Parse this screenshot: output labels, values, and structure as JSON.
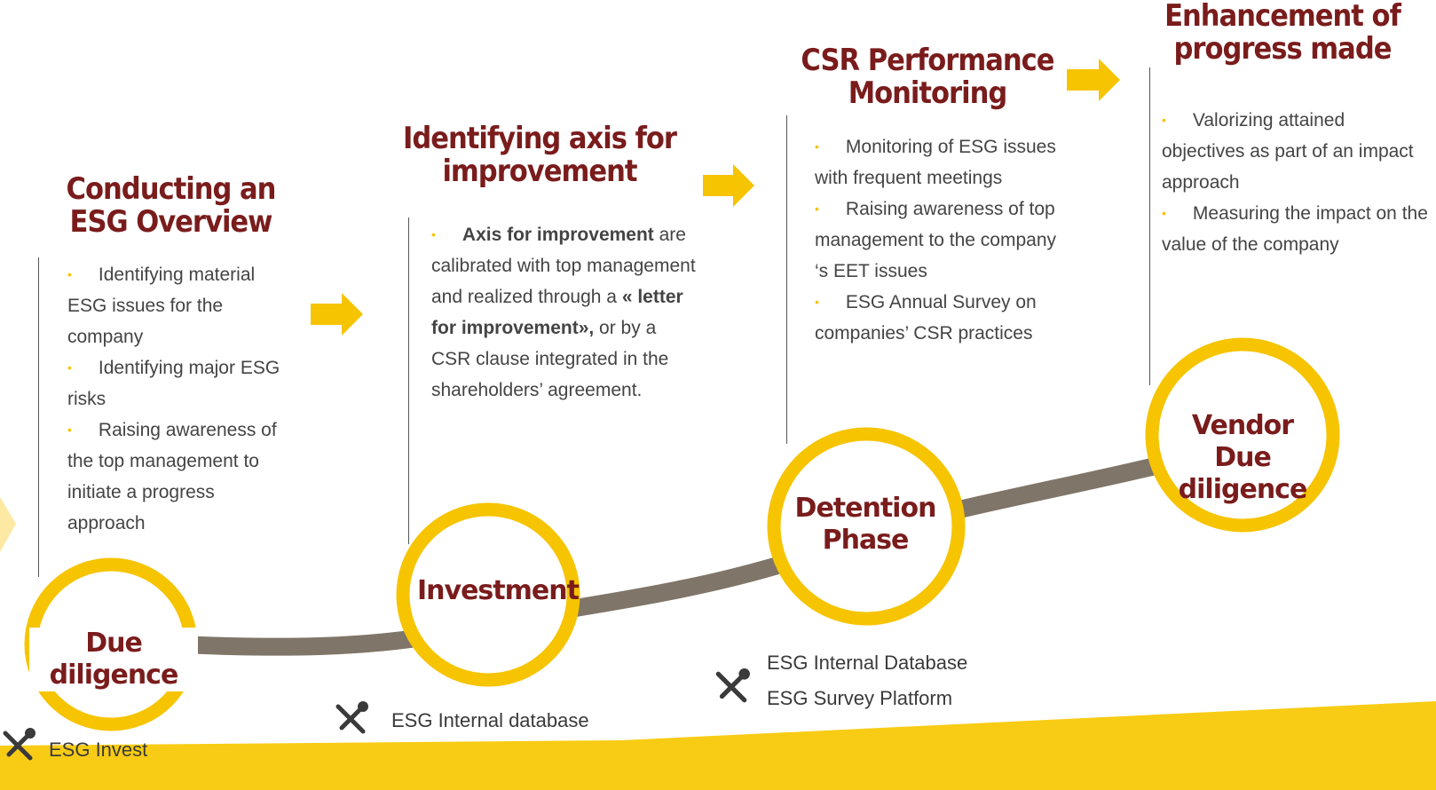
{
  "colors": {
    "accent": "#f6c400",
    "title": "#7a1c1c",
    "curve": "#7f7568",
    "text": "#444444"
  },
  "stages": [
    {
      "title_lines": [
        "Conducting an",
        "ESG Overview"
      ],
      "circle_label_lines": [
        "Due diligence"
      ],
      "bullets": [
        {
          "text": "Identifying material ESG issues for the company"
        },
        {
          "text": "Identifying major ESG risks"
        },
        {
          "text": "Raising awareness of the top management to initiate a progress approach"
        }
      ],
      "tools": [
        "ESG Invest"
      ]
    },
    {
      "title_lines": [
        "Identifying axis for",
        "improvement"
      ],
      "circle_label_lines": [
        "Investment"
      ],
      "bullets": [
        {
          "bold": "Axis for improvement",
          "text_1": " are calibrated with top management and realized through a ",
          "bold_2": "« letter for improvement»,",
          "text_2": " or by a CSR clause integrated in the shareholders’ agreement."
        }
      ],
      "tools": [
        "ESG Internal database"
      ]
    },
    {
      "title_lines": [
        "CSR Performance",
        "Monitoring"
      ],
      "circle_label_lines": [
        "Detention",
        "Phase"
      ],
      "bullets": [
        {
          "text": "Monitoring of ESG issues with frequent meetings"
        },
        {
          "text": "Raising awareness of top management to the company ‘s EET issues"
        },
        {
          "text": "ESG Annual Survey on companies’ CSR practices"
        }
      ],
      "tools": [
        "ESG Internal Database",
        "ESG Survey Platform"
      ]
    },
    {
      "title_lines": [
        "Enhancement of",
        "progress made"
      ],
      "circle_label_lines": [
        "Vendor",
        "Due diligence"
      ],
      "bullets": [
        {
          "text": "Valorizing attained objectives as part of an impact approach"
        },
        {
          "text": "Measuring the impact on the value of the company"
        }
      ],
      "tools": []
    }
  ],
  "icons": {
    "tools": "wrench-screwdriver-icon",
    "arrow": "right-arrow-icon",
    "bullet": "•"
  }
}
